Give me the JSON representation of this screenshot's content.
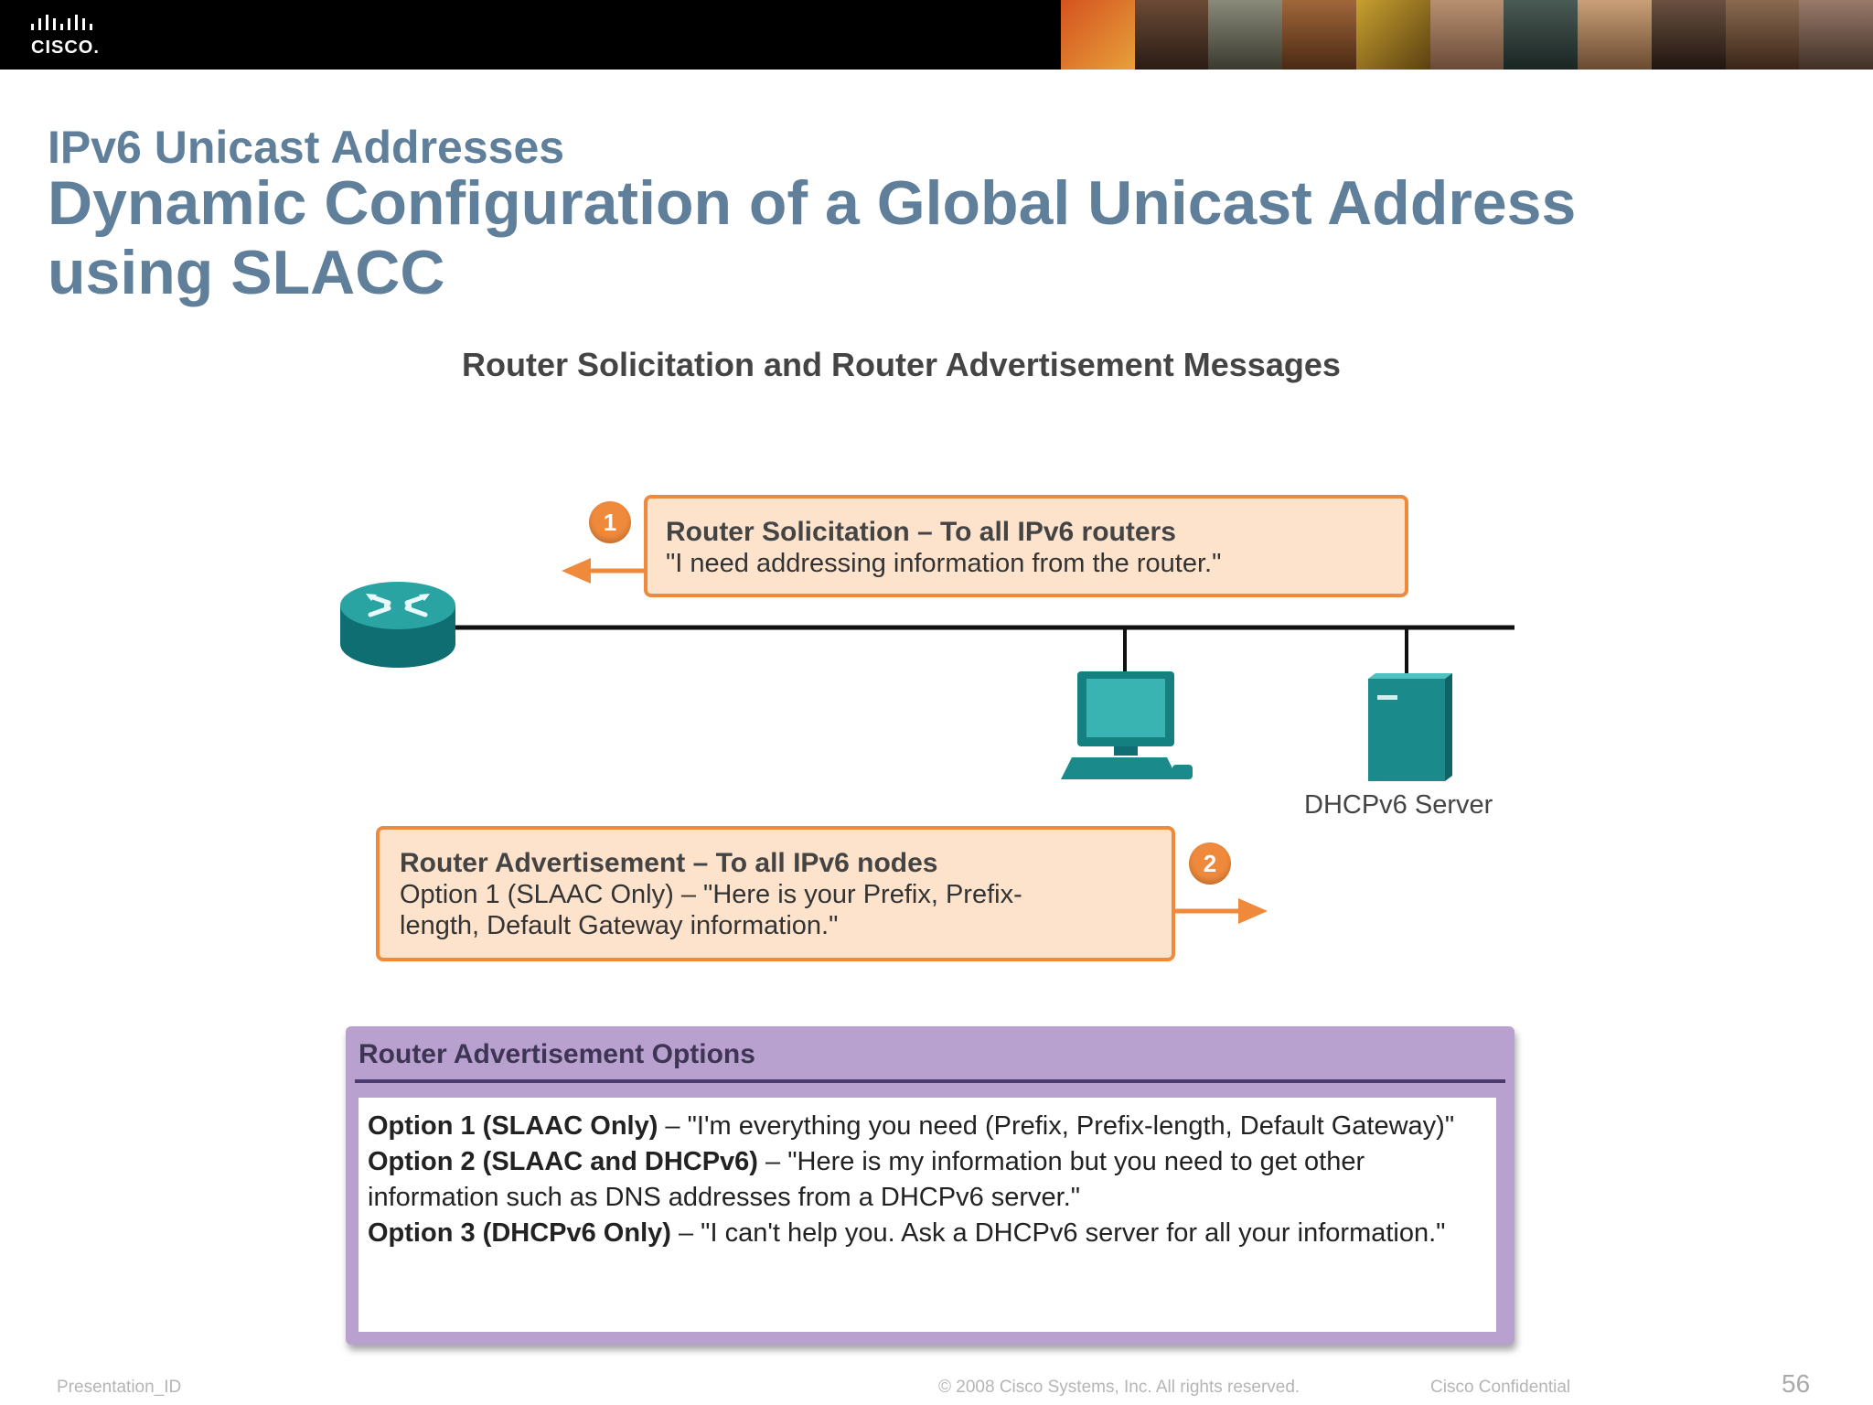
{
  "header": {
    "logo_text": "CISCO."
  },
  "slide": {
    "subtitle": "IPv6 Unicast Addresses",
    "title": "Dynamic Configuration of a Global Unicast Address using SLACC"
  },
  "figure": {
    "title": "Router Solicitation and Router Advertisement Messages",
    "step1": {
      "number": "1",
      "head": "Router Solicitation – To all IPv6 routers",
      "body": "\"I need addressing information from the router.\""
    },
    "step2": {
      "number": "2",
      "head": "Router Advertisement – To all IPv6 nodes",
      "body_line1": "Option 1 (SLAAC Only) – \"Here is your Prefix, Prefix-",
      "body_line2": "length, Default Gateway information.\""
    },
    "server_label": "DHCPv6 Server"
  },
  "ra_options": {
    "heading": "Router Advertisement Options",
    "options": [
      {
        "label": "Option 1 (SLAAC Only)",
        "text": " – \"I'm everything you need (Prefix, Prefix-length, Default Gateway)\""
      },
      {
        "label": "Option 2 (SLAAC and DHCPv6)",
        "text": " – \"Here is my information but you need to get other information such as DNS addresses from a DHCPv6 server.\""
      },
      {
        "label": "Option 3 (DHCPv6 Only)",
        "text": " – \"I can't help you. Ask a DHCPv6 server for all your information.\""
      }
    ]
  },
  "footer": {
    "presentation_id": "Presentation_ID",
    "copyright": "© 2008 Cisco Systems, Inc. All rights reserved.",
    "confidential": "Cisco Confidential",
    "page_number": "56"
  },
  "colors": {
    "title": "#5f7f9a",
    "callout_fill": "#fde3cc",
    "callout_border": "#ef8a3c",
    "device_teal": "#1b8a8a",
    "options_purple": "#b9a1cf"
  }
}
